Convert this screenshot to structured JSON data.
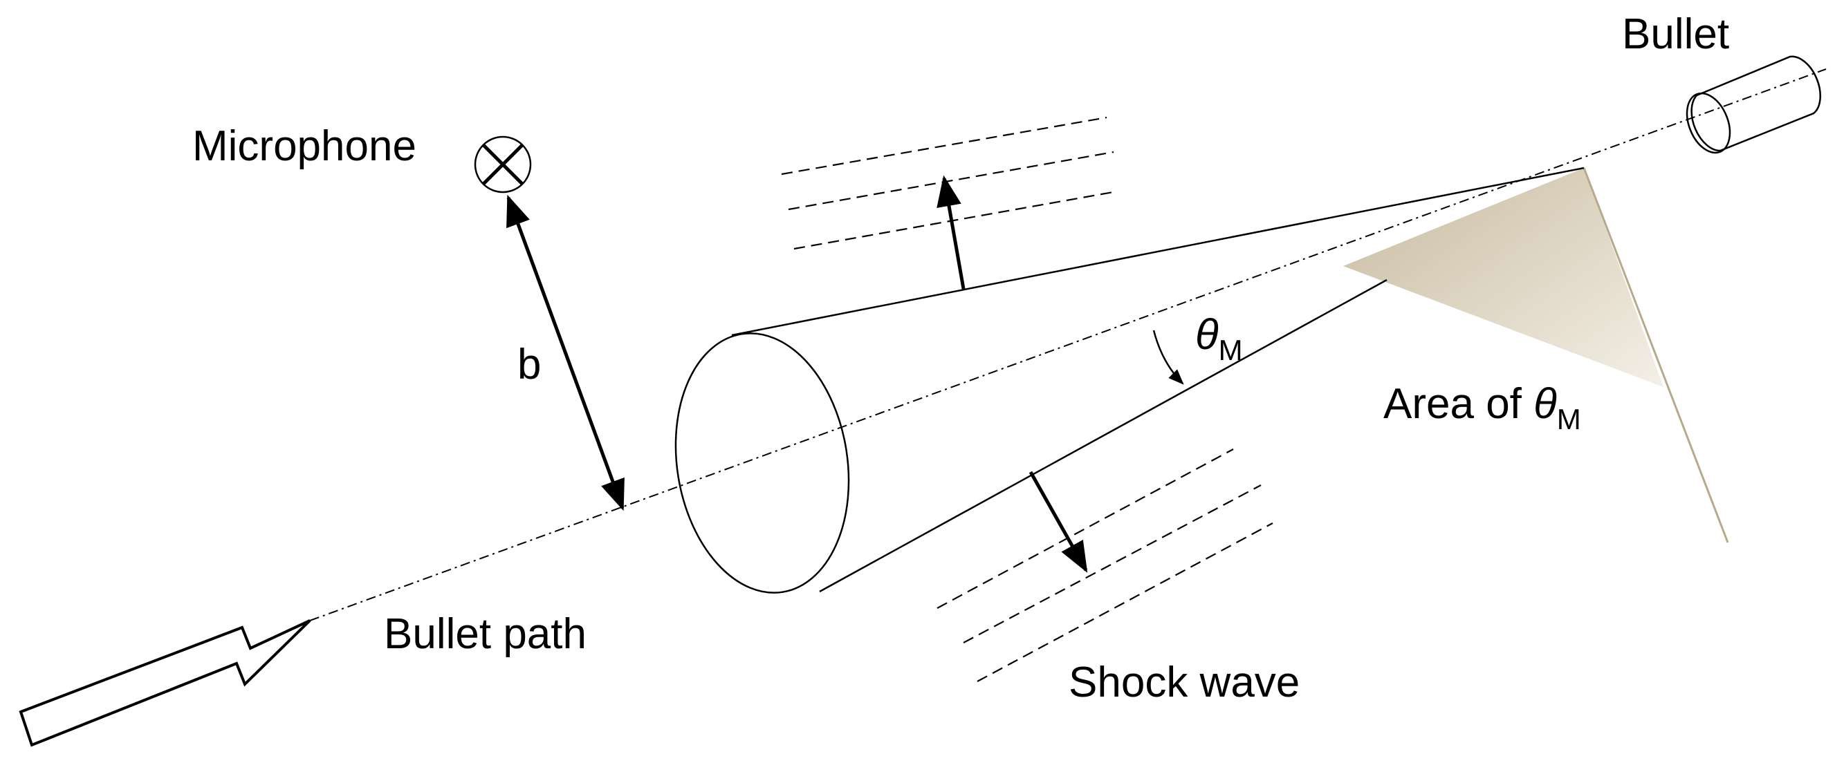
{
  "labels": {
    "bullet": "Bullet",
    "microphone": "Microphone",
    "b": "b",
    "theta_symbol": "θ",
    "theta_subscript": "M",
    "area_prefix": "Area of ",
    "bullet_path": "Bullet path",
    "shock_wave": "Shock wave"
  },
  "icons": {
    "microphone": "circled-x-icon",
    "bullet": "cylinder-icon",
    "incoming_arrow": "hollow-arrow-icon"
  },
  "colors": {
    "area_fill": "#c9bda0",
    "area_edge": "#b8a98a",
    "stroke": "#000000"
  }
}
